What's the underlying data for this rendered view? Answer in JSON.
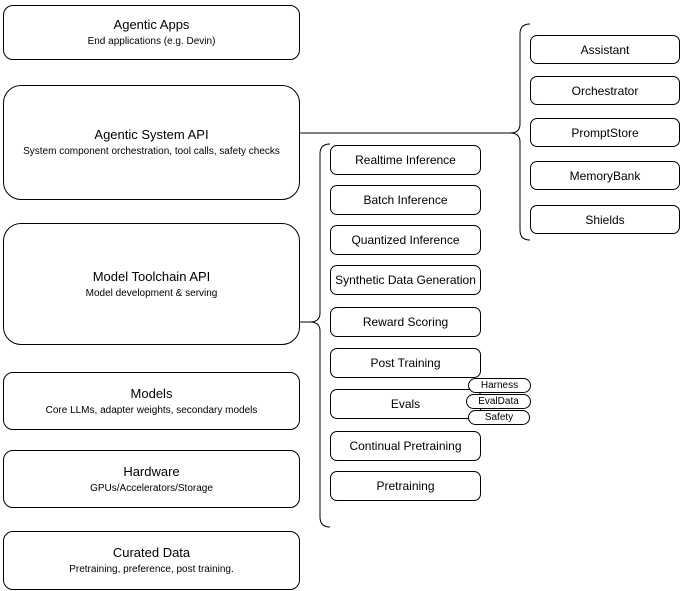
{
  "diagram": {
    "stack": [
      {
        "title": "Agentic Apps",
        "subtitle": "End applications (e.g. Devin)"
      },
      {
        "title": "Agentic System API",
        "subtitle": "System component orchestration, tool calls, safety checks"
      },
      {
        "title": "Model Toolchain API",
        "subtitle": "Model development & serving"
      },
      {
        "title": "Models",
        "subtitle": "Core LLMs, adapter weights, secondary models"
      },
      {
        "title": "Hardware",
        "subtitle": "GPUs/Accelerators/Storage"
      },
      {
        "title": "Curated Data",
        "subtitle": "Pretraining, preference, post training."
      }
    ],
    "toolchain_items": [
      "Realtime Inference",
      "Batch Inference",
      "Quantized Inference",
      "Synthetic Data Generation",
      "Reward Scoring",
      "Post Training",
      "Evals",
      "Continual Pretraining",
      "Pretraining"
    ],
    "evals_tags": [
      "Harness",
      "EvalData",
      "Safety"
    ],
    "system_components": [
      "Assistant",
      "Orchestrator",
      "PromptStore",
      "MemoryBank",
      "Shields"
    ],
    "colors": {
      "stroke": "#000000",
      "fill": "#ffffff",
      "text": "#000000"
    }
  }
}
